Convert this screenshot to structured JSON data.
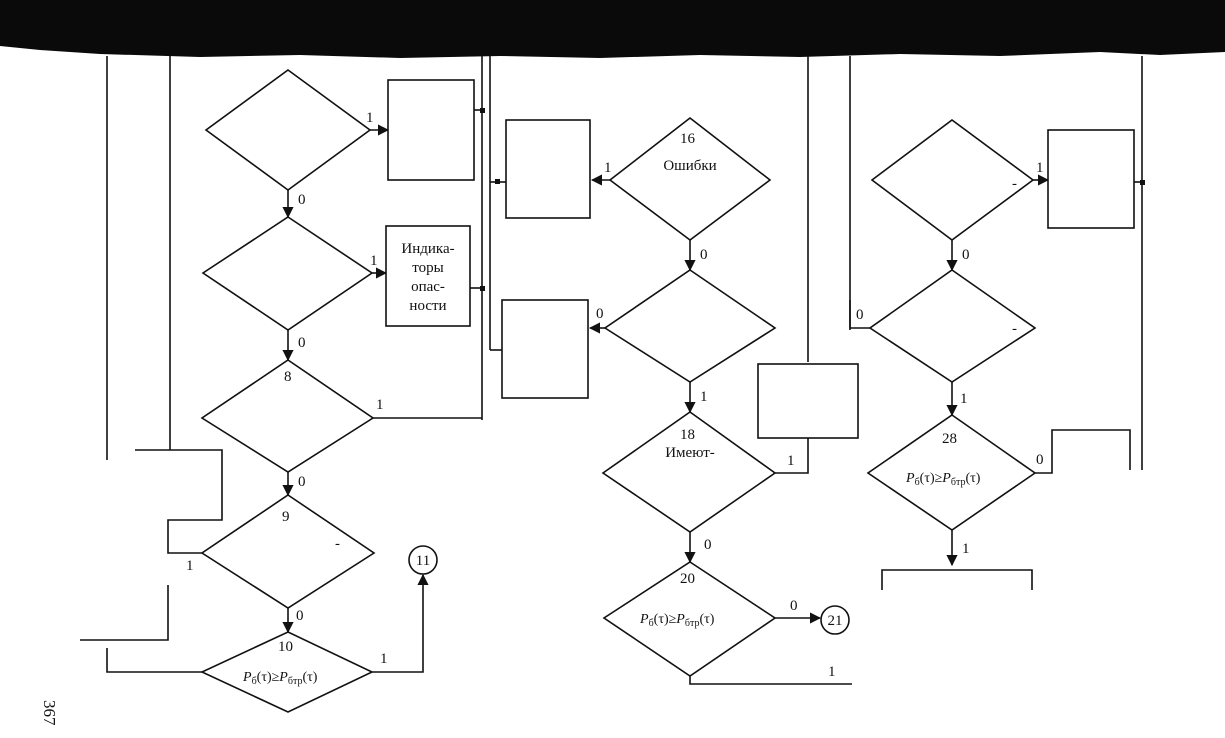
{
  "page_number": "367",
  "branch": {
    "one": "1",
    "zero": "0"
  },
  "block_labels": {
    "d8": "8",
    "d9": "9",
    "d10": "10",
    "d16": "16",
    "d18": "18",
    "d20": "20",
    "d28": "28"
  },
  "block_text": {
    "indicators": [
      "Индика-",
      "торы",
      "опас-",
      "ности"
    ],
    "errors": "Ошибки",
    "have": "Имеют-",
    "hyphen": "-"
  },
  "connectors": {
    "c11": "11",
    "c21": "21"
  },
  "formula": {
    "p": "P",
    "sub_b": "б",
    "sub_btr": "бтр",
    "tau": "(τ)",
    "ge": "≥"
  }
}
